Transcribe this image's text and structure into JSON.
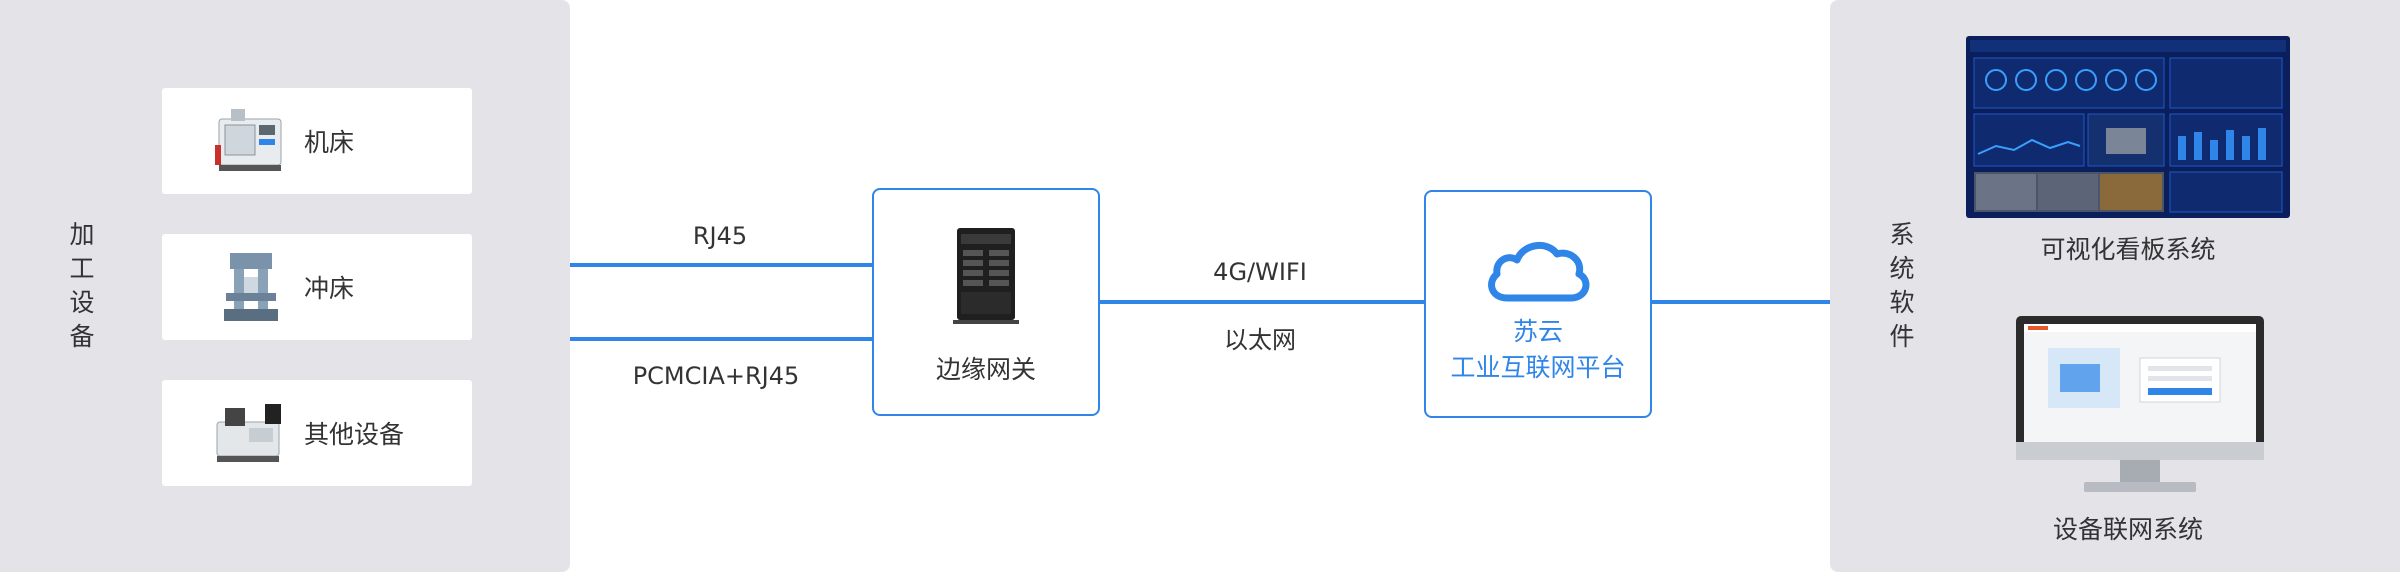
{
  "left_panel": {
    "label_chars": [
      "加",
      "工",
      "设",
      "备"
    ],
    "devices": [
      {
        "label": "机床",
        "icon": "machine-tool-icon"
      },
      {
        "label": "冲床",
        "icon": "punch-press-icon"
      },
      {
        "label": "其他设备",
        "icon": "other-equipment-icon"
      }
    ]
  },
  "connections": {
    "left_top_label": "RJ45",
    "left_bottom_label": "PCMCIA+RJ45",
    "middle_top_label": "4G/WIFI",
    "middle_bottom_label": "以太网"
  },
  "gateway": {
    "label": "边缘网关",
    "icon": "server-tower-icon"
  },
  "platform": {
    "line1": "苏云",
    "line2": "工业互联网平台",
    "icon": "cloud-icon"
  },
  "right_panel": {
    "label_chars": [
      "系",
      "统",
      "软",
      "件"
    ],
    "systems": [
      {
        "label": "可视化看板系统",
        "icon": "dashboard-screen-icon"
      },
      {
        "label": "设备联网系统",
        "icon": "monitor-icon"
      }
    ]
  },
  "colors": {
    "accent": "#2f86e8",
    "panel_bg": "#e4e3e8"
  }
}
